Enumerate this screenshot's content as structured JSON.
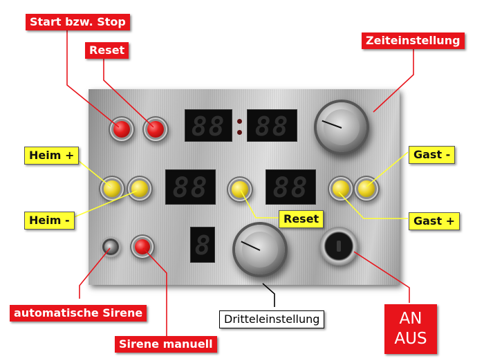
{
  "labels": {
    "start_stop": "Start bzw. Stop",
    "reset_top": "Reset",
    "zeiteinstellung": "Zeiteinstellung",
    "heim_plus": "Heim +",
    "heim_minus": "Heim -",
    "gast_minus": "Gast -",
    "gast_plus": "Gast +",
    "reset_middle": "Reset",
    "automatische_sirene": "automatische Sirene",
    "sirene_manuell": "Sirene manuell",
    "dritteleinstellung": "Dritteleinstellung",
    "an": "AN",
    "aus": "AUS"
  },
  "displays": {
    "time_minutes": "88",
    "time_seconds": "88",
    "score_home": "88",
    "score_guest": "88",
    "period": "8"
  },
  "colors": {
    "label_red": "#e8141b",
    "label_yellow": "#ffff33",
    "button_red": "#e41b1b",
    "button_yellow": "#ecd222",
    "display_bg": "#0c0c0c"
  }
}
